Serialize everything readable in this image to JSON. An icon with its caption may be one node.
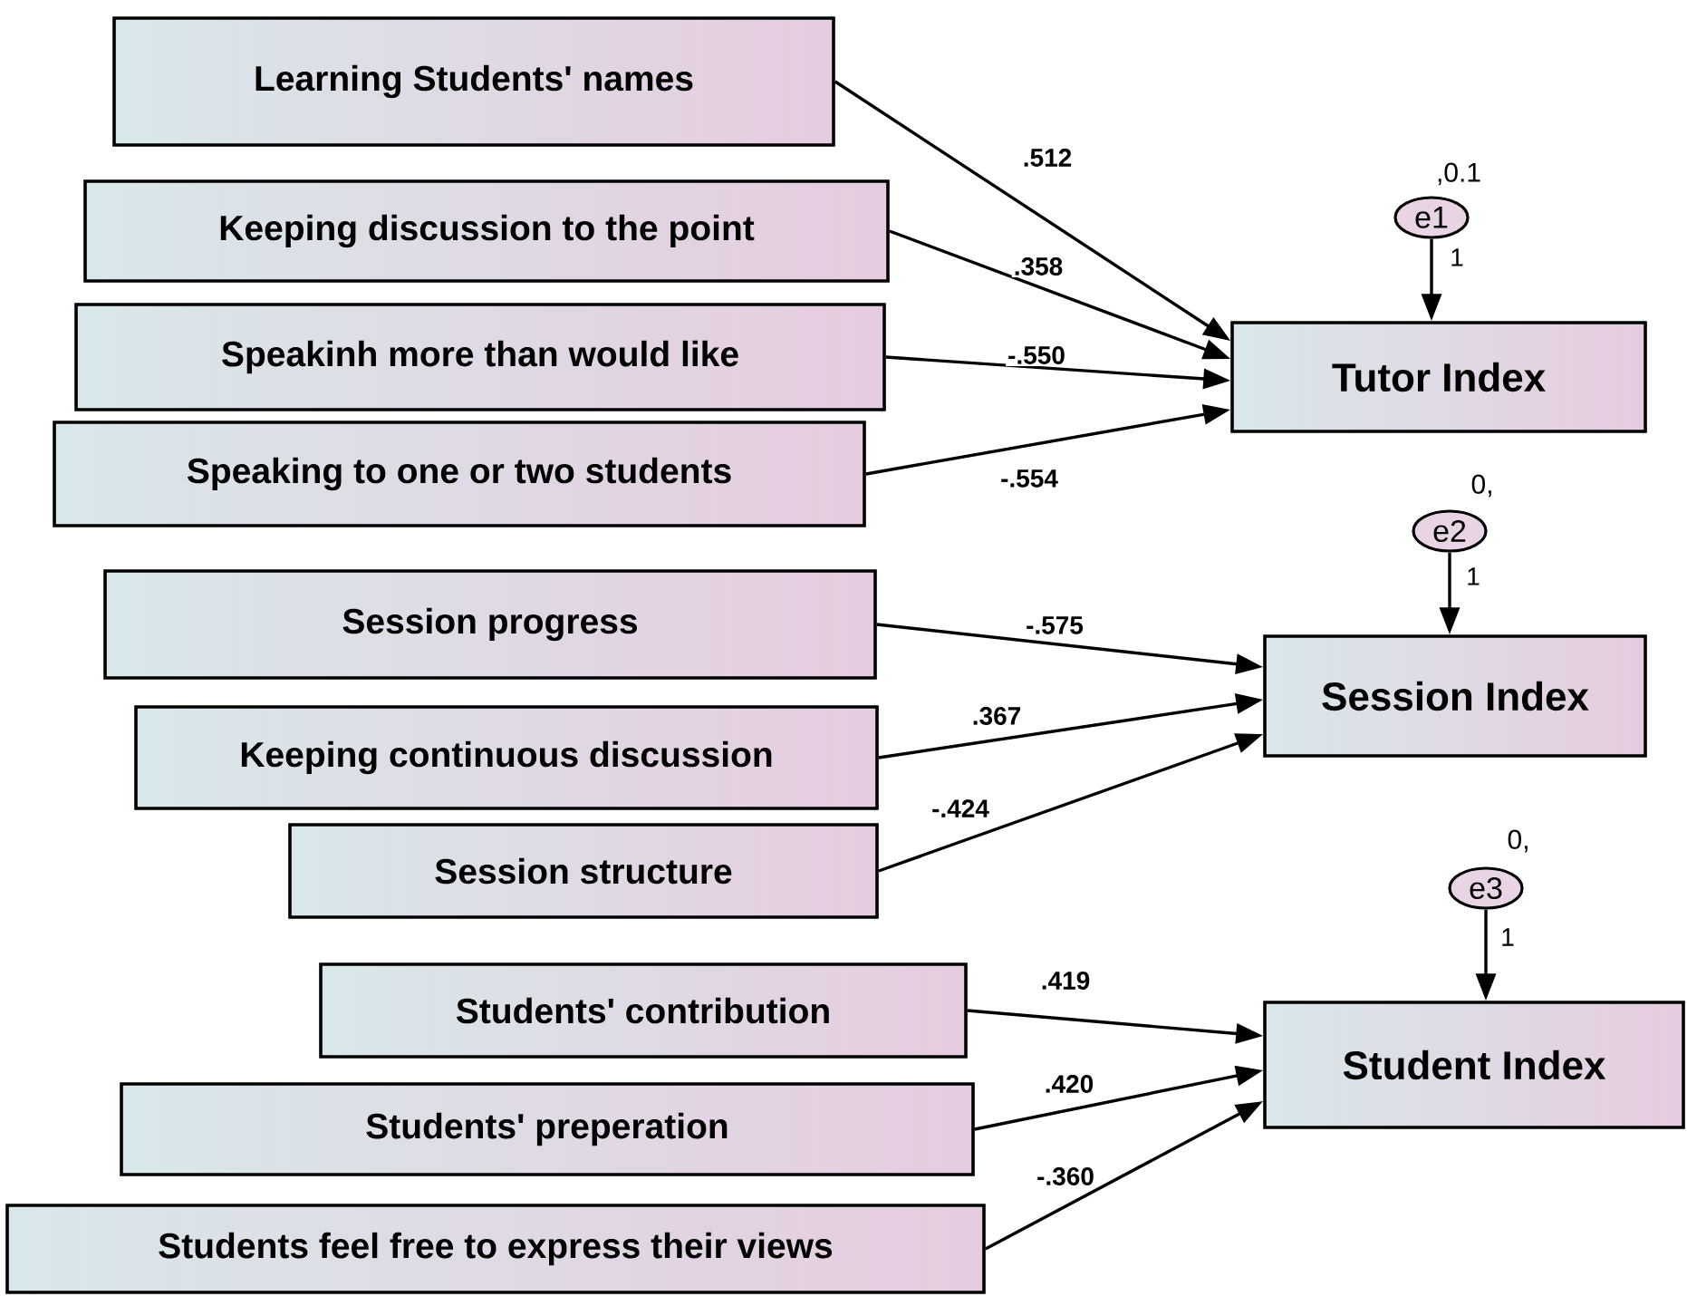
{
  "diagram": {
    "nodes": [
      {
        "text": [
          "Learning Students' names"
        ]
      },
      {
        "text": [
          "Keeping discussion to the point"
        ]
      },
      {
        "text": [
          "Speakinh more than would like"
        ]
      },
      {
        "text": [
          "Speaking to one or two students"
        ]
      },
      {
        "text": [
          "e1"
        ],
        "beside": [
          ",0.1"
        ]
      },
      {
        "text": [
          "Tutor Index"
        ]
      },
      {
        "text": [
          "e2"
        ],
        "beside": [
          "0,"
        ]
      },
      {
        "text": [
          "Session progress"
        ]
      },
      {
        "text": [
          "Session Index"
        ]
      },
      {
        "text": [
          "Keeping continuous discussion"
        ]
      },
      {
        "text": [
          "Session structure"
        ]
      },
      {
        "text": [
          "e3"
        ],
        "beside": [
          "0,"
        ]
      },
      {
        "text": [
          "Students' contribution"
        ]
      },
      {
        "text": [
          "Student Index"
        ]
      },
      {
        "text": [
          "Students' preperation"
        ]
      },
      {
        "text": [
          "Students feel free to express their views"
        ]
      }
    ],
    "edges": [
      {
        "from": 0,
        "to": 5,
        "arrow": "to",
        "label": ".512"
      },
      {
        "from": 1,
        "to": 5,
        "arrow": "to",
        "label": ".358"
      },
      {
        "from": 2,
        "to": 5,
        "arrow": "to",
        "label": "-.550"
      },
      {
        "from": 3,
        "to": 5,
        "arrow": "to",
        "label": "-.554"
      },
      {
        "from": 4,
        "to": 5,
        "arrow": "to",
        "label": "1"
      },
      {
        "from": 7,
        "to": 8,
        "arrow": "to",
        "label": "-.575"
      },
      {
        "from": 9,
        "to": 8,
        "arrow": "to",
        "label": ".367"
      },
      {
        "from": 10,
        "to": 8,
        "arrow": "to",
        "label": "-.424"
      },
      {
        "from": 6,
        "to": 8,
        "arrow": "to",
        "label": "1"
      },
      {
        "from": 12,
        "to": 13,
        "arrow": "to",
        "label": ".419"
      },
      {
        "from": 14,
        "to": 13,
        "arrow": "to",
        "label": ".420"
      },
      {
        "from": 15,
        "to": 13,
        "arrow": "to",
        "label": "-.360"
      },
      {
        "from": 11,
        "to": 13,
        "arrow": "to",
        "label": "1"
      }
    ]
  }
}
